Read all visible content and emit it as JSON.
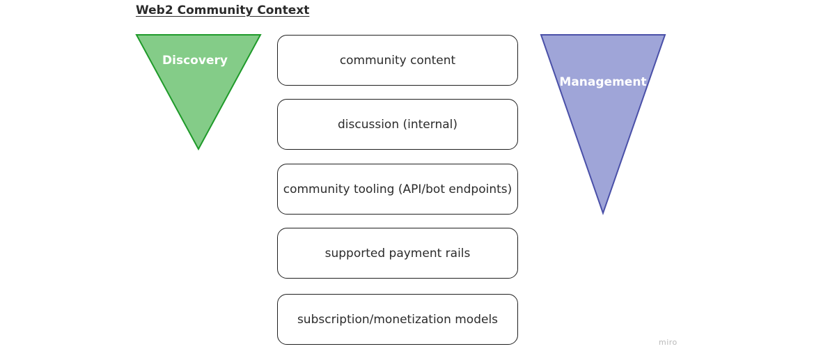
{
  "title": "Web2 Community Context",
  "discovery": {
    "label": "Discovery",
    "fill": "#84cc88",
    "stroke": "#1f9a2a"
  },
  "management": {
    "label": "Management",
    "fill": "#9fa5d8",
    "stroke": "#4a50a8"
  },
  "boxes": [
    {
      "label": "community content"
    },
    {
      "label": "discussion (internal)"
    },
    {
      "label": "community tooling (API/bot endpoints)"
    },
    {
      "label": "supported payment rails"
    },
    {
      "label": "subscription/monetization models"
    }
  ],
  "watermark": "miro"
}
